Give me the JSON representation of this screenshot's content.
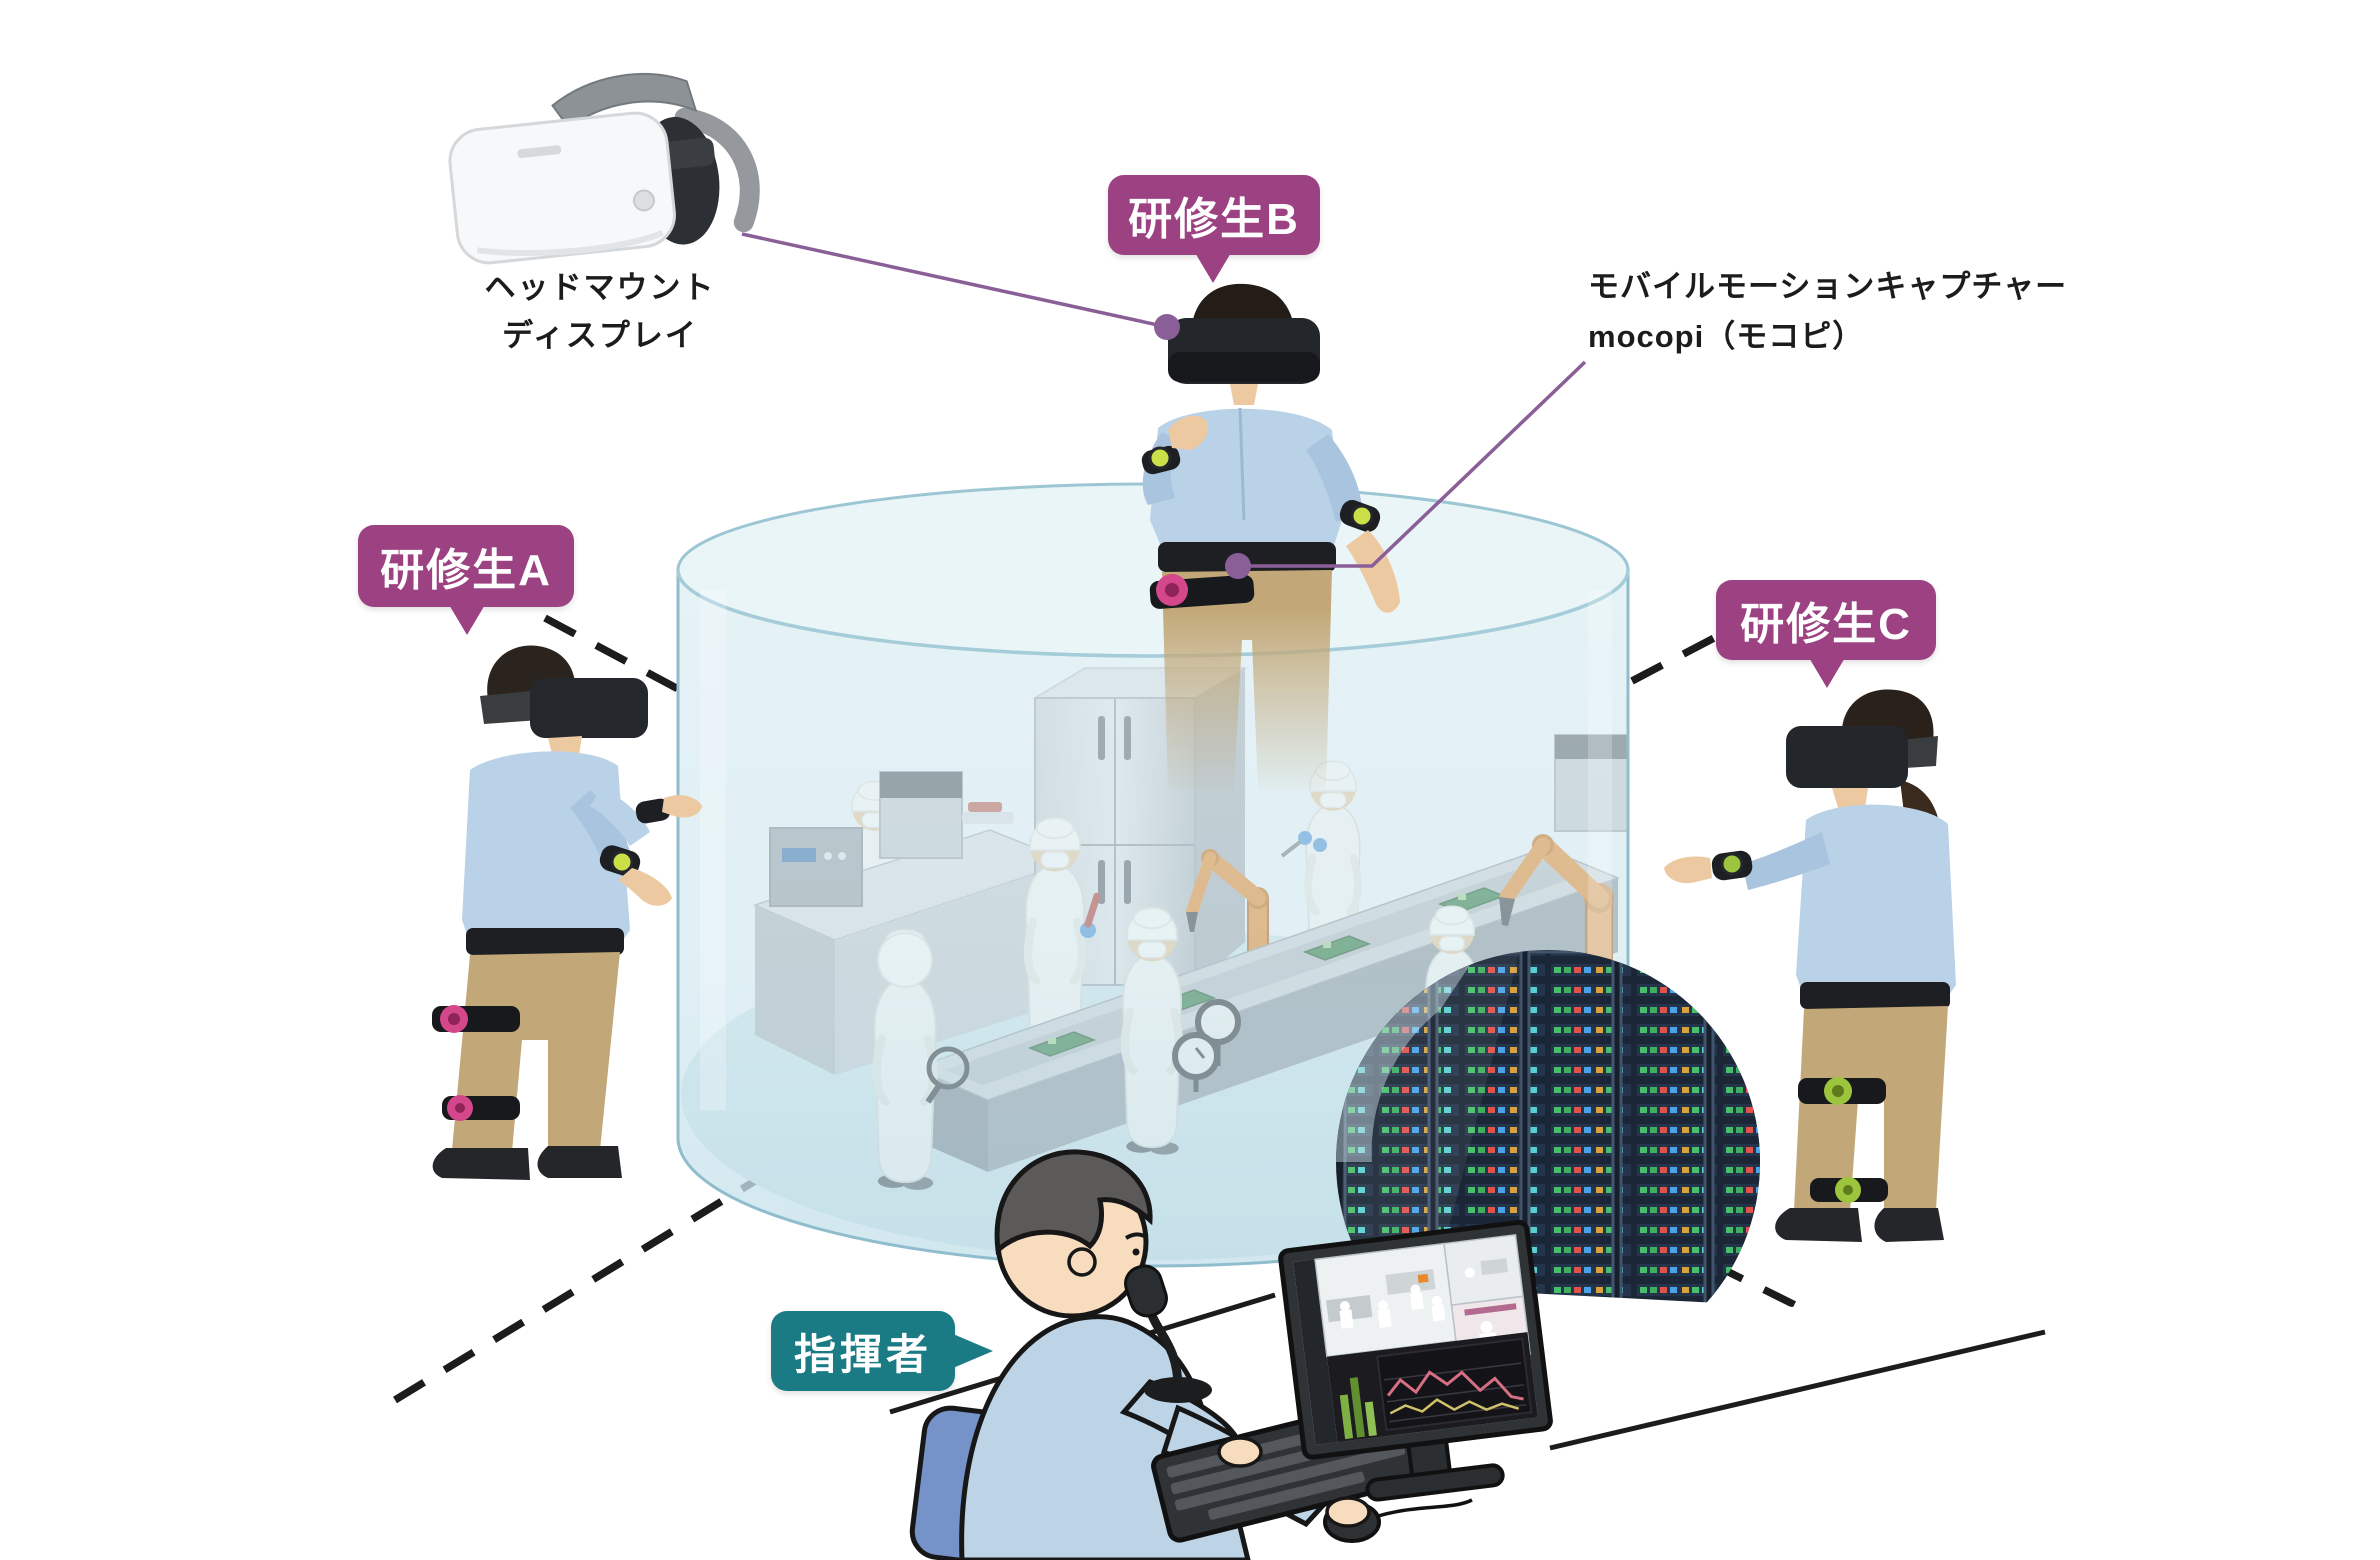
{
  "labels": {
    "hmd": {
      "line1": "ヘッドマウント",
      "line2": "ディスプレイ"
    },
    "mocopi": {
      "line1": "モバイルモーションキャプチャー",
      "line2": "mocopi（モコピ）"
    },
    "trainee_a": "研修生A",
    "trainee_b": "研修生B",
    "trainee_c": "研修生C",
    "instructor": "指揮者"
  },
  "colors": {
    "trainee_bubble": "#9c4181",
    "instructor_bubble": "#1a7b85",
    "annotation_line": "#8a5f98",
    "dashed_line": "#1c1c1c",
    "label_text": "#1c1c1c",
    "cylinder_fill": "#d8ecf2",
    "cylinder_edge": "#8fbdcd",
    "trainee_shirt": "#b9d2e8",
    "trainee_pants": "#c2a878",
    "sensor_pink": "#d4478a",
    "sensor_yellow": "#cbdf49",
    "sensor_green": "#9dc43d",
    "robot_arm_orange": "#e8892b",
    "circuit_board_green": "#2e7a3d",
    "server_room_dark": "#16202c"
  }
}
